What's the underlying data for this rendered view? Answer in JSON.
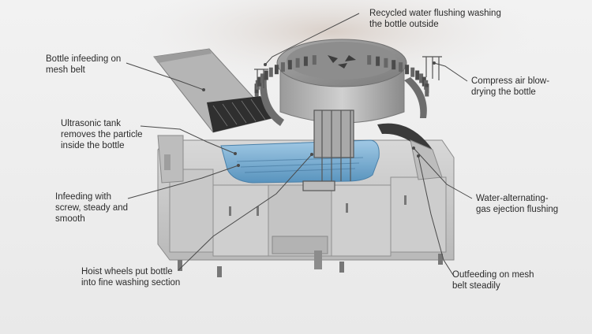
{
  "callouts": {
    "recycled_water": {
      "lines": [
        "Recycled water flushing washing",
        "the bottle outside"
      ]
    },
    "bottle_infeeding": {
      "lines": [
        "Bottle infeeding on",
        "mesh belt"
      ]
    },
    "compress_air": {
      "lines": [
        "Compress air blow-",
        "drying the bottle"
      ]
    },
    "ultrasonic_tank": {
      "lines": [
        "Ultrasonic tank",
        "removes the particle",
        "inside the bottle"
      ]
    },
    "infeeding_screw": {
      "lines": [
        "Infeeding with",
        "screw, steady and",
        "smooth"
      ]
    },
    "water_gas": {
      "lines": [
        "Water-alternating-",
        "gas ejection flushing"
      ]
    },
    "hoist_wheels": {
      "lines": [
        "Hoist wheels put bottle",
        "into fine washing section"
      ]
    },
    "outfeeding": {
      "lines": [
        "Outfeeding on mesh",
        "belt steadily"
      ]
    }
  },
  "colors": {
    "machine_body": "#c9c9c9",
    "machine_dark": "#8f8f8f",
    "water_tank": "#6fa9cf",
    "leader_line": "#4a4a4a"
  }
}
